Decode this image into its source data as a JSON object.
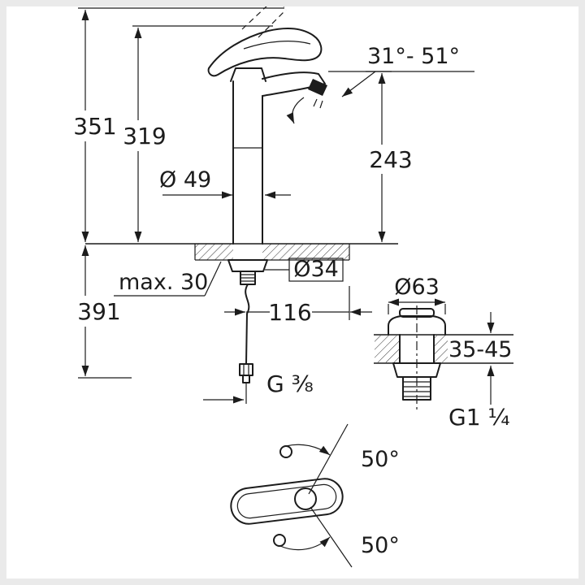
{
  "colors": {
    "line": "#1c1c1c",
    "background": "#ffffff",
    "frame": "#eaeaea"
  },
  "labels": {
    "front": {
      "total_height": "351",
      "height_to_lever": "319",
      "spout_height": "243",
      "spout_angle_range": "31°- 51°",
      "body_diameter": "Ø 49",
      "max_deck_thickness": "max. 30",
      "hole_diameter": "Ø34",
      "height_below_deck": "391",
      "spout_reach": "116",
      "supply_thread": "G ³⁄₈"
    },
    "waste": {
      "flange_diameter": "Ø63",
      "deck_thickness_range": "35-45",
      "waste_thread": "G1 ¹⁄₄"
    },
    "top_view": {
      "swivel_angle_upper": "50°",
      "swivel_angle_lower": "50°"
    }
  }
}
